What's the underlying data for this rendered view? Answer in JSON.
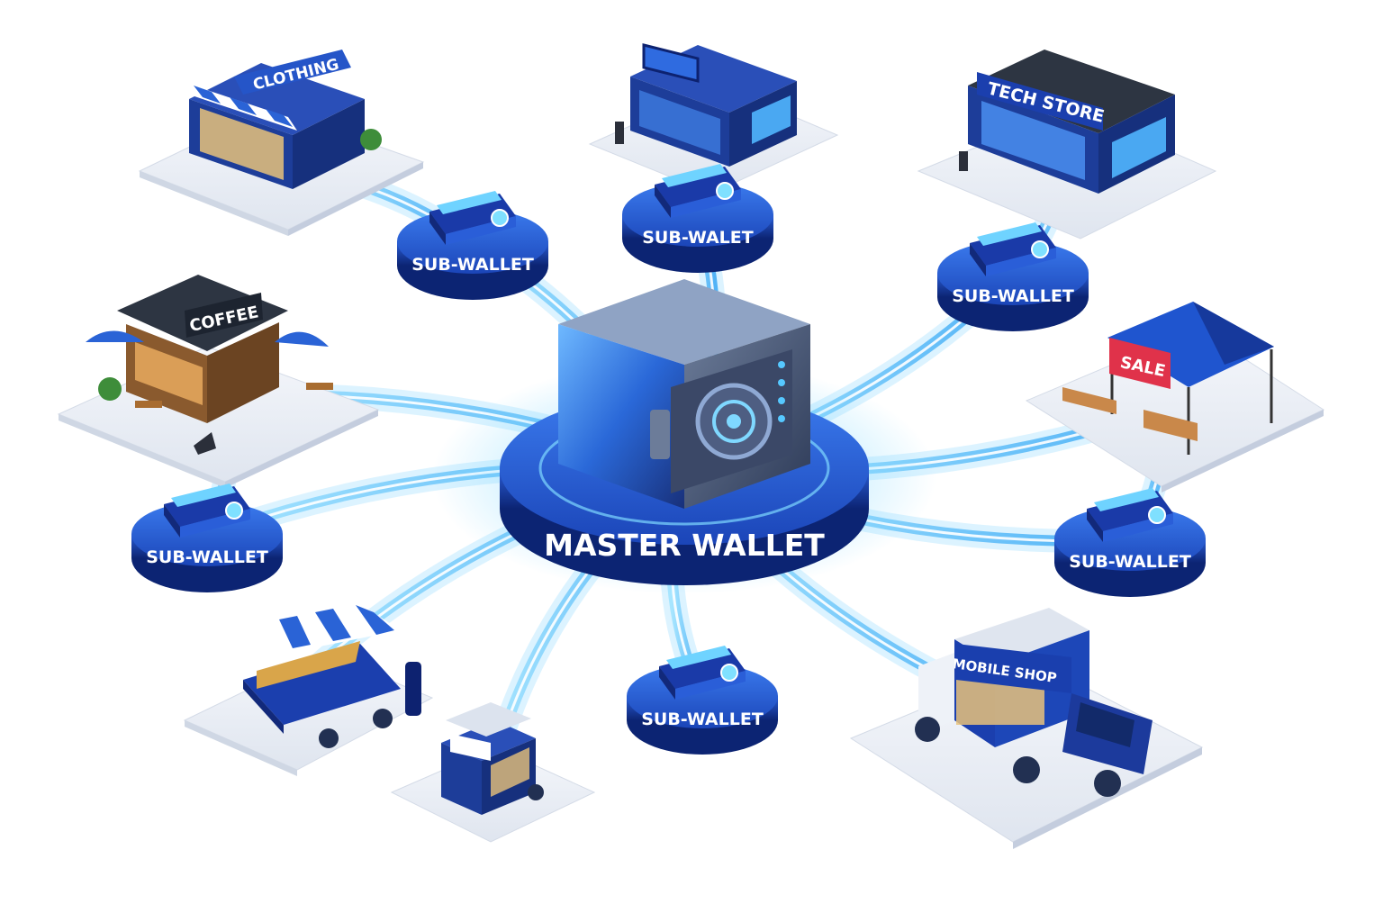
{
  "hub": {
    "label": "MASTER WALLET",
    "icon": "vault-icon"
  },
  "sub_wallets": [
    {
      "label": "SUB-WALLET"
    },
    {
      "label": "SUB-WALET"
    },
    {
      "label": "SUB-WALLET"
    },
    {
      "label": "SUB-WALLET"
    },
    {
      "label": "SUB-WALLET"
    },
    {
      "label": "SUB-WALLET"
    }
  ],
  "merchants": {
    "clothing": "CLOTHING",
    "tech_store": "TECH STORE",
    "coffee": "COFFEE",
    "sale": "SALE",
    "mobile_shop": "MOBILE SHOP"
  },
  "colors": {
    "brand_blue": "#1c45b8",
    "dark_navy": "#0d2270",
    "glow_cyan": "#56c8ff",
    "platform": "#eef2f8",
    "awning_stripe": "#2a63d6",
    "sale_red": "#e0324a"
  }
}
